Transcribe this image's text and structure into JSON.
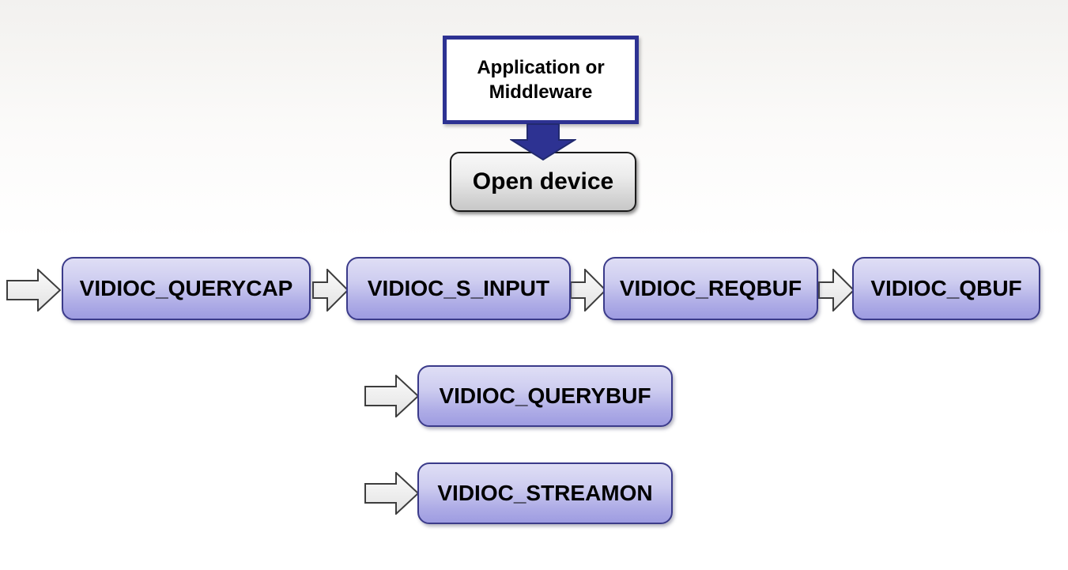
{
  "slide": {
    "top_box": {
      "label": "Application or Middleware"
    },
    "open_device_box": {
      "label": "Open device"
    },
    "sequence": {
      "row1": [
        "VIDIOC_QUERYCAP",
        "VIDIOC_S_INPUT",
        "VIDIOC_REQBUF",
        "VIDIOC_QBUF"
      ],
      "row2": [
        "VIDIOC_QUERYBUF"
      ],
      "row3": [
        "VIDIOC_STREAMON"
      ]
    },
    "icons": {
      "down_arrow": "block-arrow-down-icon",
      "right_arrow": "block-arrow-right-icon"
    },
    "colors": {
      "navy": "#2d3292",
      "navy_stroke": "#222a6e",
      "box_border": "#3b3b8a",
      "box_fill_top": "#dfdef5",
      "box_fill_bottom": "#9e9ce1",
      "gray_fill_top": "#f8f8f8",
      "gray_fill_bottom": "#c7c7c7",
      "arrow_fill_top": "#fbfbfb",
      "arrow_fill_bottom": "#e6e6e6",
      "arrow_stroke": "#3d3d3d"
    }
  }
}
